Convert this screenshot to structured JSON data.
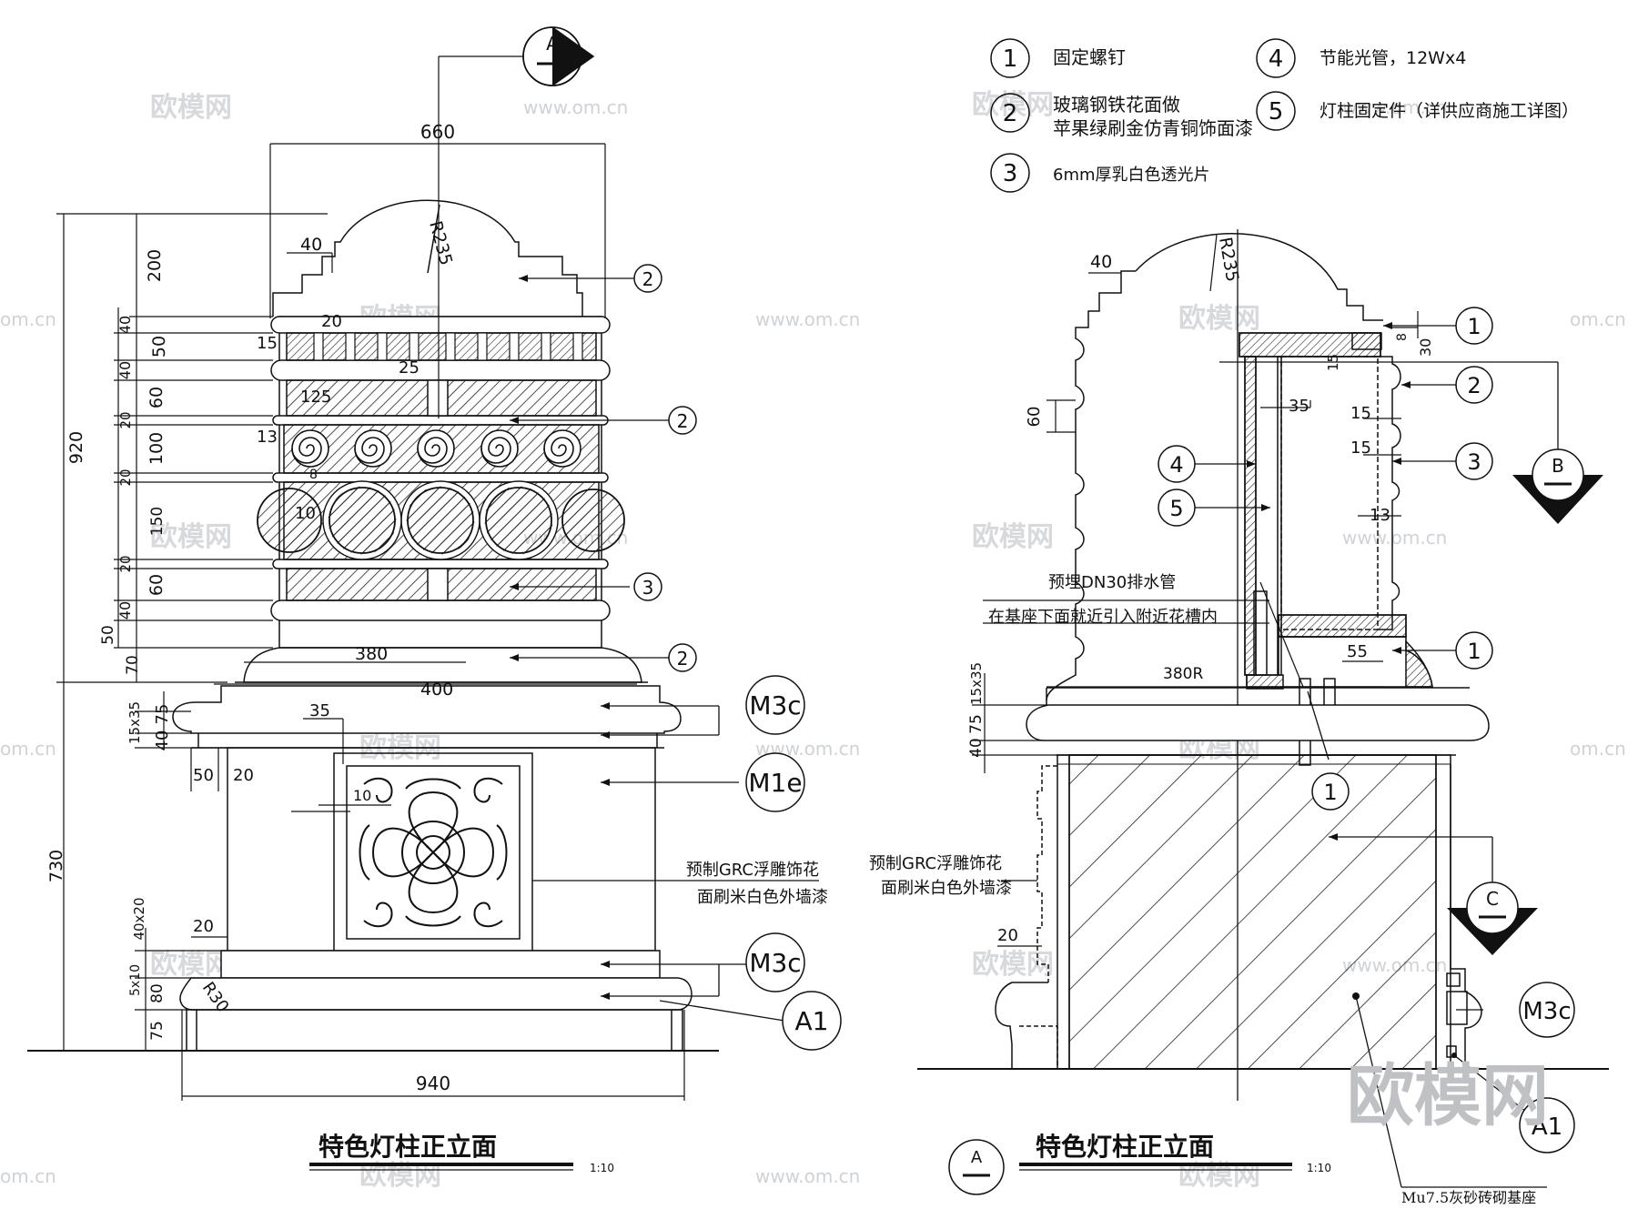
{
  "legend": [
    {
      "num": "①",
      "text": "固定螺钉"
    },
    {
      "num": "②",
      "text": "玻璃钢铁花面做",
      "text2": "苹果绿刷金仿青铜饰面漆"
    },
    {
      "num": "③",
      "text": "6mm厚乳白色透光片"
    },
    {
      "num": "④",
      "text": "节能光管，12Wx4"
    },
    {
      "num": "⑤",
      "text": "灯柱固定件（详供应商施工详图）"
    }
  ],
  "left": {
    "title": "特色灯柱正立面",
    "scale": "1:10",
    "section_mark": "A",
    "top_width": "660",
    "base_width": "940",
    "cap_radius": "R235",
    "cap_step": "40",
    "vertical_dims": [
      "200",
      "40",
      "50",
      "40",
      "60",
      "20",
      "100",
      "20",
      "150",
      "20",
      "60",
      "40",
      "50",
      "70"
    ],
    "mid_dims": [
      "20",
      "15",
      "25",
      "125",
      "13",
      "8",
      "10"
    ],
    "total_upper": "920",
    "total_lower": "730",
    "plinth_top": "380",
    "plinth_bottom": "400",
    "base_dims": [
      "15x35",
      "75",
      "40",
      "50",
      "20",
      "35",
      "10",
      "40x20",
      "20",
      "5x10",
      "80",
      "75",
      "R30"
    ],
    "callouts": [
      "②",
      "②",
      "③",
      "②"
    ],
    "material_tags": [
      "M3c",
      "M1e",
      "M3c",
      "A1"
    ],
    "panel_note_1": "预制GRC浮雕饰花",
    "panel_note_2": "面刷米白色外墙漆"
  },
  "right": {
    "title": "特色灯柱正立面",
    "scale": "1:10",
    "section_mark": "A",
    "cap_radius": "R235",
    "cap_step": "40",
    "dims": [
      "60",
      "35",
      "15",
      "15",
      "13",
      "30",
      "8",
      "15",
      "55",
      "380R",
      "15x35",
      "75",
      "40",
      "20"
    ],
    "drain_note_1": "预埋DN30排水管",
    "drain_note_2": "在基座下面就近引入附近花槽内",
    "panel_note_1": "预制GRC浮雕饰花",
    "panel_note_2": "面刷米白色外墙漆",
    "callouts": [
      "①",
      "②",
      "③",
      "④",
      "⑤",
      "①",
      "①"
    ],
    "section_marks": [
      "B",
      "C"
    ],
    "material_tags": [
      "M3c",
      "A1"
    ],
    "base_note": "Mu7.5灰砂砖砌基座"
  },
  "watermarks": {
    "brand": "欧模网",
    "url": "www.om.cn",
    "short": "om.cn"
  }
}
